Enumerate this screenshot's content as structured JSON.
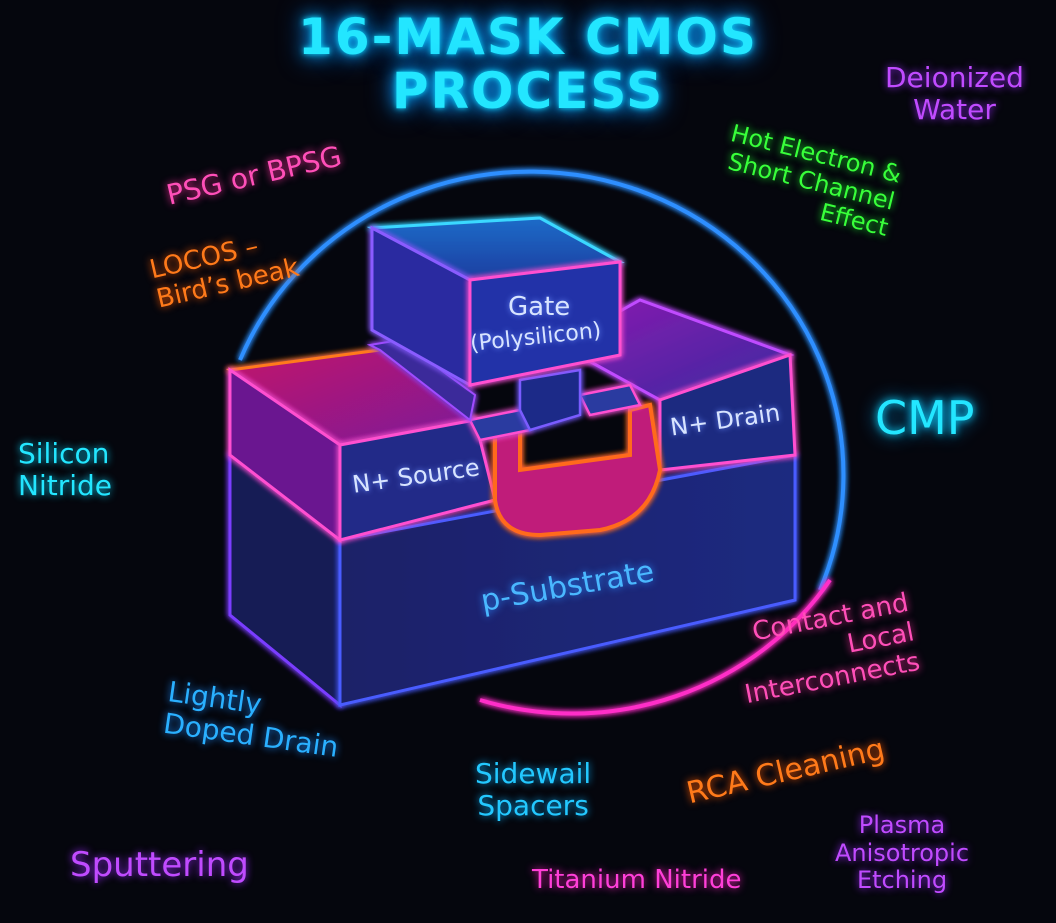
{
  "title": {
    "line1": "16-MASK CMOS",
    "line2": "PROCESS"
  },
  "device": {
    "gate_line1": "Gate",
    "gate_line2": "(Polysilicon)",
    "source": "N+ Source",
    "drain": "N+ Drain",
    "substrate": "p-Substrate"
  },
  "labels": {
    "deionized_water": "Deionized\nWater",
    "psg_bpsg": "PSG or BPSG",
    "hot_electron": "Hot Electron &\nShort Channel\nEffect",
    "locos": "LOCOS –\nBird’s beak",
    "cmp": "CMP",
    "silicon_nitride": "Silicon\nNitride",
    "contact": "Contact and\nLocal\nInterconnects",
    "lightly_doped": "Lightly\nDoped Drain",
    "rca": "RCA Cleaning",
    "sidewall": "Sidewail\nSpacers",
    "plasma": "Plasma\nAnisotropic\nEtching",
    "sputtering": "Sputtering",
    "titanium": "Titanium Nitride"
  },
  "colors": {
    "cyan": "#23e6ff",
    "magenta": "#ff3fd8",
    "pink": "#ff4fb8",
    "orange": "#ff7a1a",
    "green": "#38ff3a",
    "purple": "#c04bff",
    "blue": "#2a8bff"
  }
}
